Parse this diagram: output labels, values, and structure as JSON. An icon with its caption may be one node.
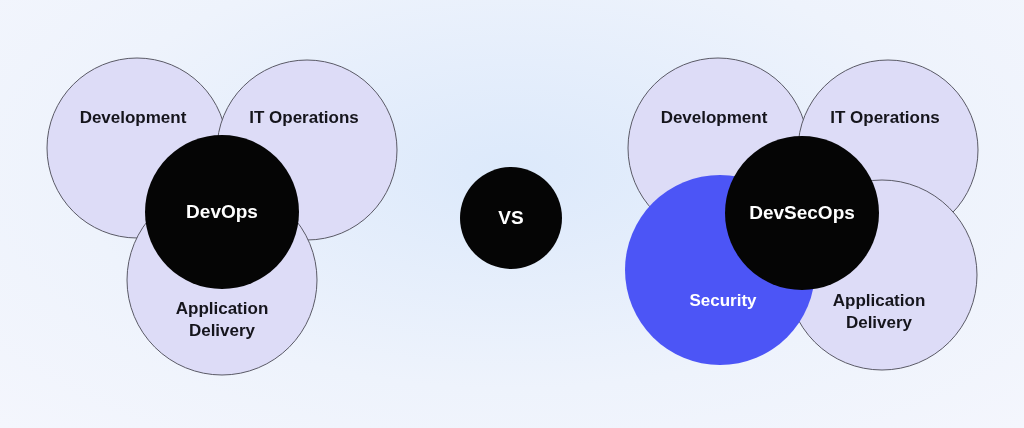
{
  "diagram": {
    "nodes": [
      {
        "text": [
          "Development"
        ]
      },
      {
        "text": [
          "IT Operations"
        ]
      },
      {
        "text": [
          "Application Delivery"
        ]
      },
      {
        "text": [
          "DevOps"
        ]
      },
      {
        "text": [
          "VS"
        ]
      },
      {
        "text": [
          "Development"
        ]
      },
      {
        "text": [
          "IT Operations"
        ]
      },
      {
        "text": [
          "Application Delivery"
        ]
      },
      {
        "text": [
          "Security"
        ]
      },
      {
        "text": [
          "DevSecOps"
        ]
      }
    ]
  }
}
